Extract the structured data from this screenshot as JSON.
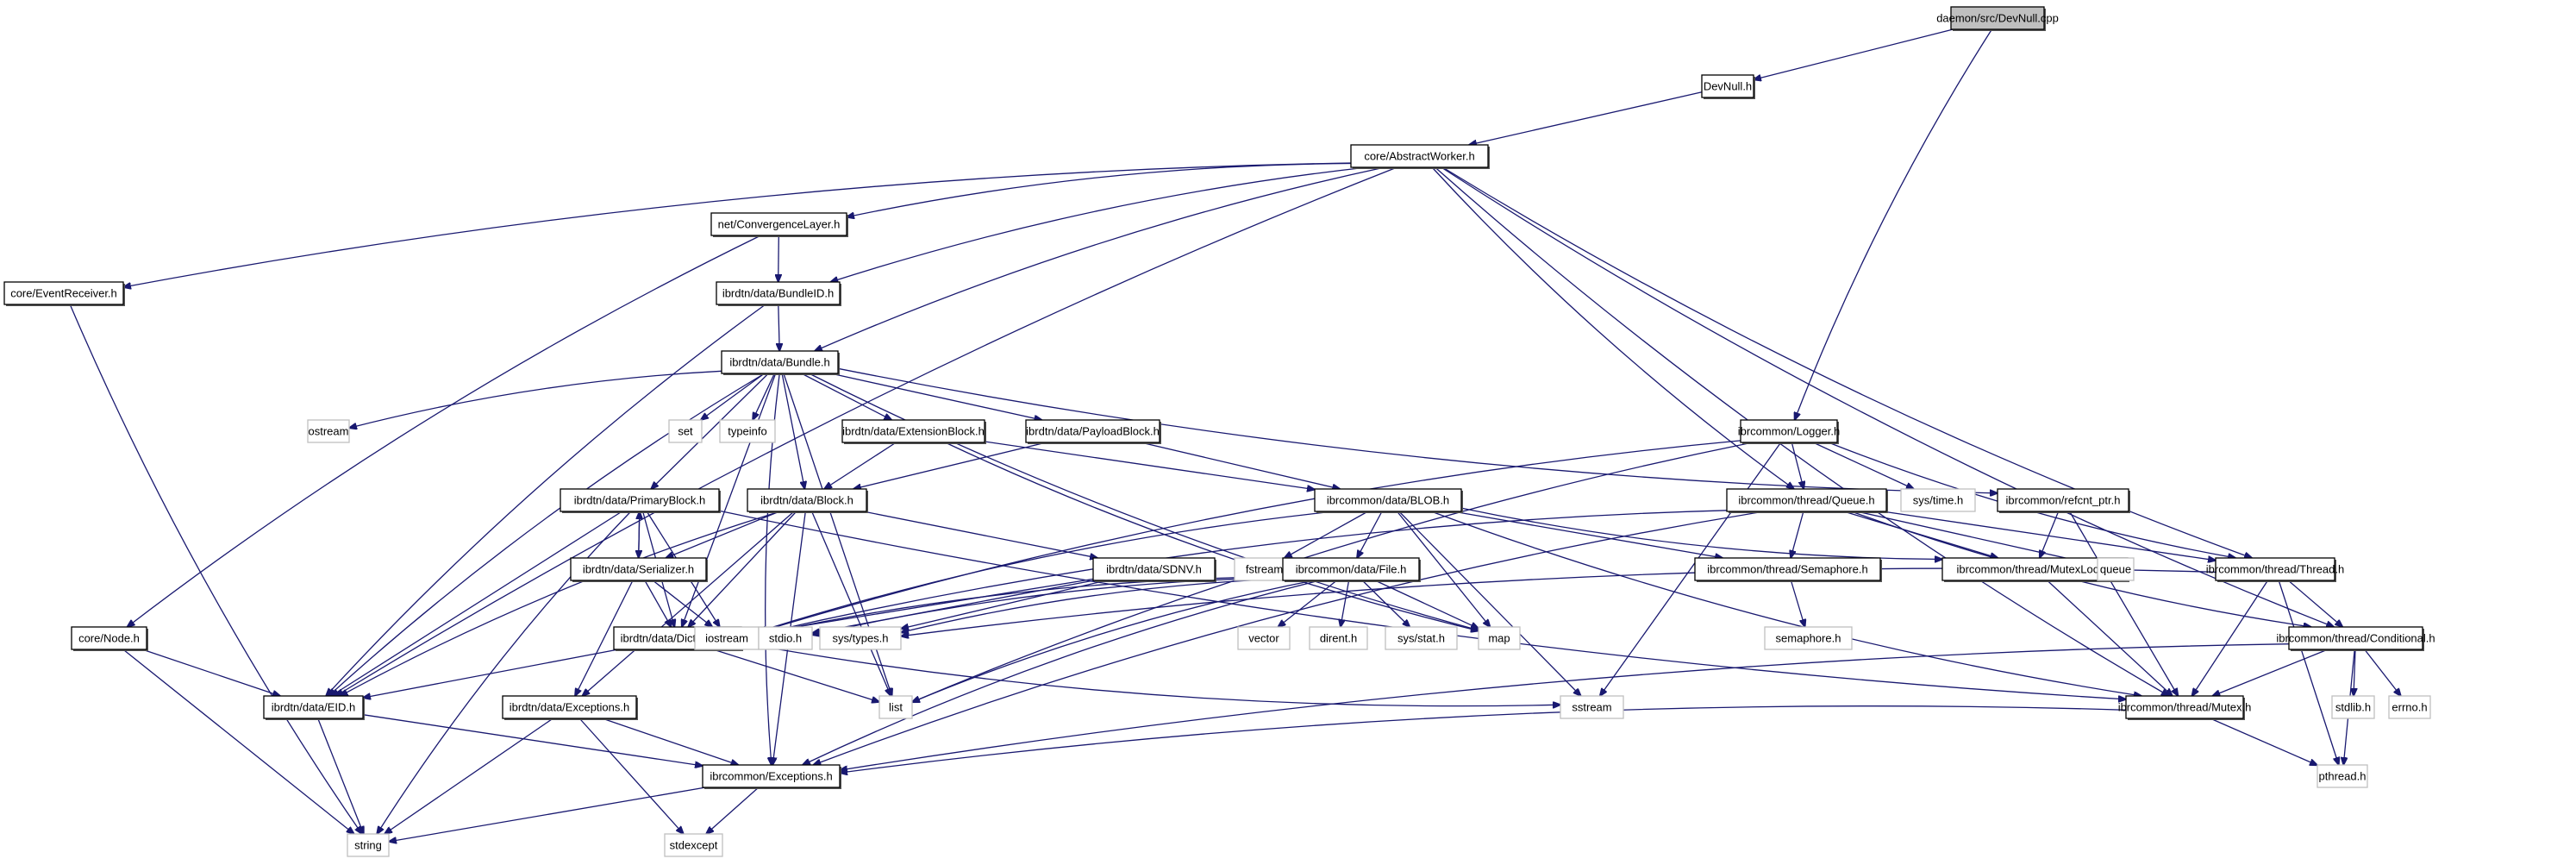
{
  "diagram": {
    "title": "Include dependency graph for daemon/src/DevNull.cpp",
    "colors": {
      "edge": "#191970",
      "root_fill": "#bfbfbf",
      "documented_border": "#000000",
      "external_border": "#bfbfbf",
      "node_fill": "#ffffff"
    },
    "nodes": [
      {
        "id": "root",
        "label": "daemon/src/DevNull.cpp",
        "kind": "root"
      },
      {
        "id": "devnull_h",
        "label": "DevNull.h",
        "kind": "documented"
      },
      {
        "id": "abstractworker",
        "label": "core/AbstractWorker.h",
        "kind": "documented"
      },
      {
        "id": "convergencelayer",
        "label": "net/ConvergenceLayer.h",
        "kind": "documented"
      },
      {
        "id": "eventreceiver",
        "label": "core/EventReceiver.h",
        "kind": "documented"
      },
      {
        "id": "bundleid",
        "label": "ibrdtn/data/BundleID.h",
        "kind": "documented"
      },
      {
        "id": "bundle",
        "label": "ibrdtn/data/Bundle.h",
        "kind": "documented"
      },
      {
        "id": "ostream",
        "label": "ostream",
        "kind": "external"
      },
      {
        "id": "set",
        "label": "set",
        "kind": "external"
      },
      {
        "id": "typeinfo",
        "label": "typeinfo",
        "kind": "external"
      },
      {
        "id": "extensionblock",
        "label": "ibrdtn/data/ExtensionBlock.h",
        "kind": "documented"
      },
      {
        "id": "payloadblock",
        "label": "ibrdtn/data/PayloadBlock.h",
        "kind": "documented"
      },
      {
        "id": "logger",
        "label": "ibrcommon/Logger.h",
        "kind": "documented"
      },
      {
        "id": "primaryblock",
        "label": "ibrdtn/data/PrimaryBlock.h",
        "kind": "documented"
      },
      {
        "id": "block",
        "label": "ibrdtn/data/Block.h",
        "kind": "documented"
      },
      {
        "id": "blob",
        "label": "ibrcommon/data/BLOB.h",
        "kind": "documented"
      },
      {
        "id": "queue_h",
        "label": "ibrcommon/thread/Queue.h",
        "kind": "documented"
      },
      {
        "id": "systime",
        "label": "sys/time.h",
        "kind": "external"
      },
      {
        "id": "refcnt",
        "label": "ibrcommon/refcnt_ptr.h",
        "kind": "documented"
      },
      {
        "id": "serializer",
        "label": "ibrdtn/data/Serializer.h",
        "kind": "documented"
      },
      {
        "id": "sdnv",
        "label": "ibrdtn/data/SDNV.h",
        "kind": "documented"
      },
      {
        "id": "fstream",
        "label": "fstream",
        "kind": "external"
      },
      {
        "id": "file",
        "label": "ibrcommon/data/File.h",
        "kind": "documented"
      },
      {
        "id": "semaphore",
        "label": "ibrcommon/thread/Semaphore.h",
        "kind": "documented"
      },
      {
        "id": "mutexlock",
        "label": "ibrcommon/thread/MutexLock.h",
        "kind": "documented"
      },
      {
        "id": "queue",
        "label": "queue",
        "kind": "external"
      },
      {
        "id": "thread",
        "label": "ibrcommon/thread/Thread.h",
        "kind": "documented"
      },
      {
        "id": "corenode",
        "label": "core/Node.h",
        "kind": "documented"
      },
      {
        "id": "dictionary",
        "label": "ibrdtn/data/Dictionary.h",
        "kind": "documented"
      },
      {
        "id": "iostream",
        "label": "iostream",
        "kind": "external"
      },
      {
        "id": "stdio",
        "label": "stdio.h",
        "kind": "external"
      },
      {
        "id": "systypes",
        "label": "sys/types.h",
        "kind": "external"
      },
      {
        "id": "vector",
        "label": "vector",
        "kind": "external"
      },
      {
        "id": "dirent",
        "label": "dirent.h",
        "kind": "external"
      },
      {
        "id": "sysstat",
        "label": "sys/stat.h",
        "kind": "external"
      },
      {
        "id": "map",
        "label": "map",
        "kind": "external"
      },
      {
        "id": "semaphore_h",
        "label": "semaphore.h",
        "kind": "external"
      },
      {
        "id": "conditional",
        "label": "ibrcommon/thread/Conditional.h",
        "kind": "documented"
      },
      {
        "id": "eid",
        "label": "ibrdtn/data/EID.h",
        "kind": "documented"
      },
      {
        "id": "dtnexceptions",
        "label": "ibrdtn/data/Exceptions.h",
        "kind": "documented"
      },
      {
        "id": "list",
        "label": "list",
        "kind": "external"
      },
      {
        "id": "sstream",
        "label": "sstream",
        "kind": "external"
      },
      {
        "id": "mutex",
        "label": "ibrcommon/thread/Mutex.h",
        "kind": "documented"
      },
      {
        "id": "stdlib",
        "label": "stdlib.h",
        "kind": "external"
      },
      {
        "id": "errno",
        "label": "errno.h",
        "kind": "external"
      },
      {
        "id": "exceptions",
        "label": "ibrcommon/Exceptions.h",
        "kind": "documented"
      },
      {
        "id": "pthread",
        "label": "pthread.h",
        "kind": "external"
      },
      {
        "id": "string",
        "label": "string",
        "kind": "external"
      },
      {
        "id": "stdexcept",
        "label": "stdexcept",
        "kind": "external"
      }
    ],
    "edges": [
      [
        "root",
        "devnull_h"
      ],
      [
        "root",
        "logger"
      ],
      [
        "devnull_h",
        "abstractworker"
      ],
      [
        "abstractworker",
        "convergencelayer"
      ],
      [
        "abstractworker",
        "eventreceiver"
      ],
      [
        "abstractworker",
        "bundleid"
      ],
      [
        "abstractworker",
        "bundle"
      ],
      [
        "abstractworker",
        "eid"
      ],
      [
        "abstractworker",
        "queue_h"
      ],
      [
        "abstractworker",
        "thread"
      ],
      [
        "abstractworker",
        "conditional"
      ],
      [
        "abstractworker",
        "mutex"
      ],
      [
        "convergencelayer",
        "bundleid"
      ],
      [
        "convergencelayer",
        "corenode"
      ],
      [
        "eventreceiver",
        "string"
      ],
      [
        "bundleid",
        "bundle"
      ],
      [
        "bundleid",
        "eid"
      ],
      [
        "bundle",
        "ostream"
      ],
      [
        "bundle",
        "set"
      ],
      [
        "bundle",
        "typeinfo"
      ],
      [
        "bundle",
        "extensionblock"
      ],
      [
        "bundle",
        "payloadblock"
      ],
      [
        "bundle",
        "primaryblock"
      ],
      [
        "bundle",
        "block"
      ],
      [
        "bundle",
        "refcnt"
      ],
      [
        "bundle",
        "eid"
      ],
      [
        "bundle",
        "dictionary"
      ],
      [
        "bundle",
        "map"
      ],
      [
        "bundle",
        "list"
      ],
      [
        "bundle",
        "exceptions"
      ],
      [
        "extensionblock",
        "block"
      ],
      [
        "extensionblock",
        "blob"
      ],
      [
        "extensionblock",
        "map"
      ],
      [
        "payloadblock",
        "block"
      ],
      [
        "payloadblock",
        "blob"
      ],
      [
        "logger",
        "iostream"
      ],
      [
        "logger",
        "queue_h"
      ],
      [
        "logger",
        "systime"
      ],
      [
        "logger",
        "thread"
      ],
      [
        "logger",
        "sstream"
      ],
      [
        "logger",
        "list"
      ],
      [
        "primaryblock",
        "serializer"
      ],
      [
        "primaryblock",
        "dictionary"
      ],
      [
        "primaryblock",
        "eid"
      ],
      [
        "primaryblock",
        "iostream"
      ],
      [
        "primaryblock",
        "string"
      ],
      [
        "primaryblock",
        "mutex"
      ],
      [
        "block",
        "serializer"
      ],
      [
        "block",
        "sdnv"
      ],
      [
        "block",
        "dictionary"
      ],
      [
        "block",
        "eid"
      ],
      [
        "block",
        "list"
      ],
      [
        "block",
        "exceptions"
      ],
      [
        "block",
        "dtnexceptions"
      ],
      [
        "serializer",
        "primaryblock"
      ],
      [
        "serializer",
        "dictionary"
      ],
      [
        "serializer",
        "iostream"
      ],
      [
        "serializer",
        "dtnexceptions"
      ],
      [
        "sdnv",
        "iostream"
      ],
      [
        "sdnv",
        "stdio"
      ],
      [
        "sdnv",
        "systypes"
      ],
      [
        "blob",
        "fstream"
      ],
      [
        "blob",
        "file"
      ],
      [
        "blob",
        "iostream"
      ],
      [
        "blob",
        "semaphore"
      ],
      [
        "blob",
        "mutexlock"
      ],
      [
        "blob",
        "map"
      ],
      [
        "blob",
        "sstream"
      ],
      [
        "blob",
        "mutex"
      ],
      [
        "file",
        "iostream"
      ],
      [
        "file",
        "stdio"
      ],
      [
        "file",
        "systypes"
      ],
      [
        "file",
        "vector"
      ],
      [
        "file",
        "dirent"
      ],
      [
        "file",
        "sysstat"
      ],
      [
        "file",
        "map"
      ],
      [
        "file",
        "list"
      ],
      [
        "file",
        "exceptions"
      ],
      [
        "queue_h",
        "semaphore"
      ],
      [
        "queue_h",
        "mutexlock"
      ],
      [
        "queue_h",
        "queue"
      ],
      [
        "queue_h",
        "thread"
      ],
      [
        "queue_h",
        "conditional"
      ],
      [
        "queue_h",
        "iostream"
      ],
      [
        "queue_h",
        "exceptions"
      ],
      [
        "refcnt",
        "mutexlock"
      ],
      [
        "refcnt",
        "mutex"
      ],
      [
        "semaphore",
        "semaphore_h"
      ],
      [
        "mutexlock",
        "mutex"
      ],
      [
        "thread",
        "mutex"
      ],
      [
        "thread",
        "conditional"
      ],
      [
        "thread",
        "pthread"
      ],
      [
        "thread",
        "systypes"
      ],
      [
        "conditional",
        "mutex"
      ],
      [
        "conditional",
        "stdlib"
      ],
      [
        "conditional",
        "errno"
      ],
      [
        "conditional",
        "pthread"
      ],
      [
        "conditional",
        "exceptions"
      ],
      [
        "corenode",
        "eid"
      ],
      [
        "corenode",
        "string"
      ],
      [
        "dictionary",
        "eid"
      ],
      [
        "dictionary",
        "list"
      ],
      [
        "dictionary",
        "sstream"
      ],
      [
        "eid",
        "string"
      ],
      [
        "eid",
        "exceptions"
      ],
      [
        "dtnexceptions",
        "string"
      ],
      [
        "dtnexceptions",
        "exceptions"
      ],
      [
        "dtnexceptions",
        "stdexcept"
      ],
      [
        "mutex",
        "exceptions"
      ],
      [
        "mutex",
        "pthread"
      ],
      [
        "exceptions",
        "string"
      ],
      [
        "exceptions",
        "stdexcept"
      ]
    ]
  }
}
